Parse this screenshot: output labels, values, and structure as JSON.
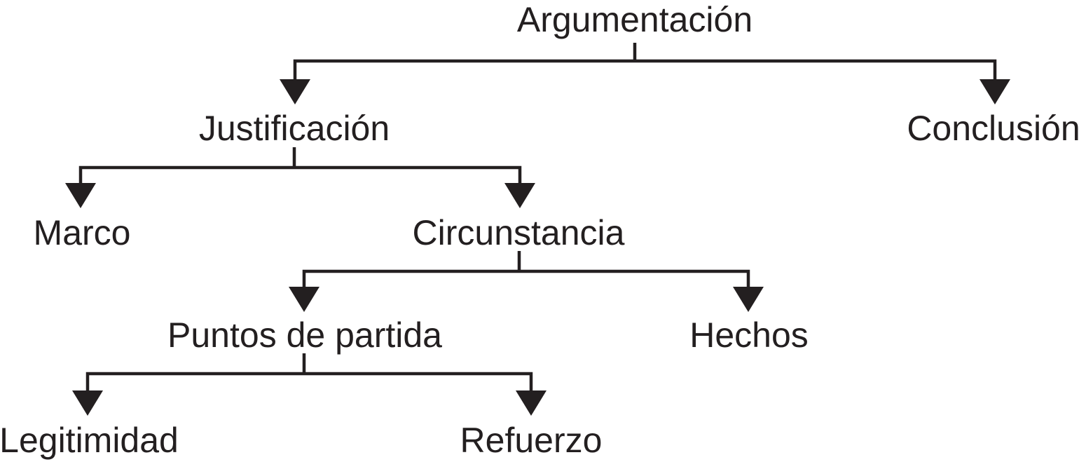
{
  "diagram": {
    "type": "tree",
    "colors": {
      "ink": "#231f20",
      "background": "#ffffff"
    },
    "nodes": {
      "argumentacion": {
        "label": "Argumentación",
        "level": 1
      },
      "justificacion": {
        "label": "Justificación",
        "level": 2
      },
      "conclusion": {
        "label": "Conclusión",
        "level": 2
      },
      "marco": {
        "label": "Marco",
        "level": 3
      },
      "circunstancia": {
        "label": "Circunstancia",
        "level": 3
      },
      "puntos_de_partida": {
        "label": "Puntos de partida",
        "level": 4
      },
      "hechos": {
        "label": "Hechos",
        "level": 4
      },
      "legitimidad": {
        "label": "Legitimidad",
        "level": 5
      },
      "refuerzo": {
        "label": "Refuerzo",
        "level": 5
      }
    },
    "edges": [
      {
        "from": "Argumentación",
        "to": "Justificación"
      },
      {
        "from": "Argumentación",
        "to": "Conclusión"
      },
      {
        "from": "Justificación",
        "to": "Marco"
      },
      {
        "from": "Justificación",
        "to": "Circunstancia"
      },
      {
        "from": "Circunstancia",
        "to": "Puntos de partida"
      },
      {
        "from": "Circunstancia",
        "to": "Hechos"
      },
      {
        "from": "Puntos de partida",
        "to": "Legitimidad"
      },
      {
        "from": "Puntos de partida",
        "to": "Refuerzo"
      }
    ]
  }
}
